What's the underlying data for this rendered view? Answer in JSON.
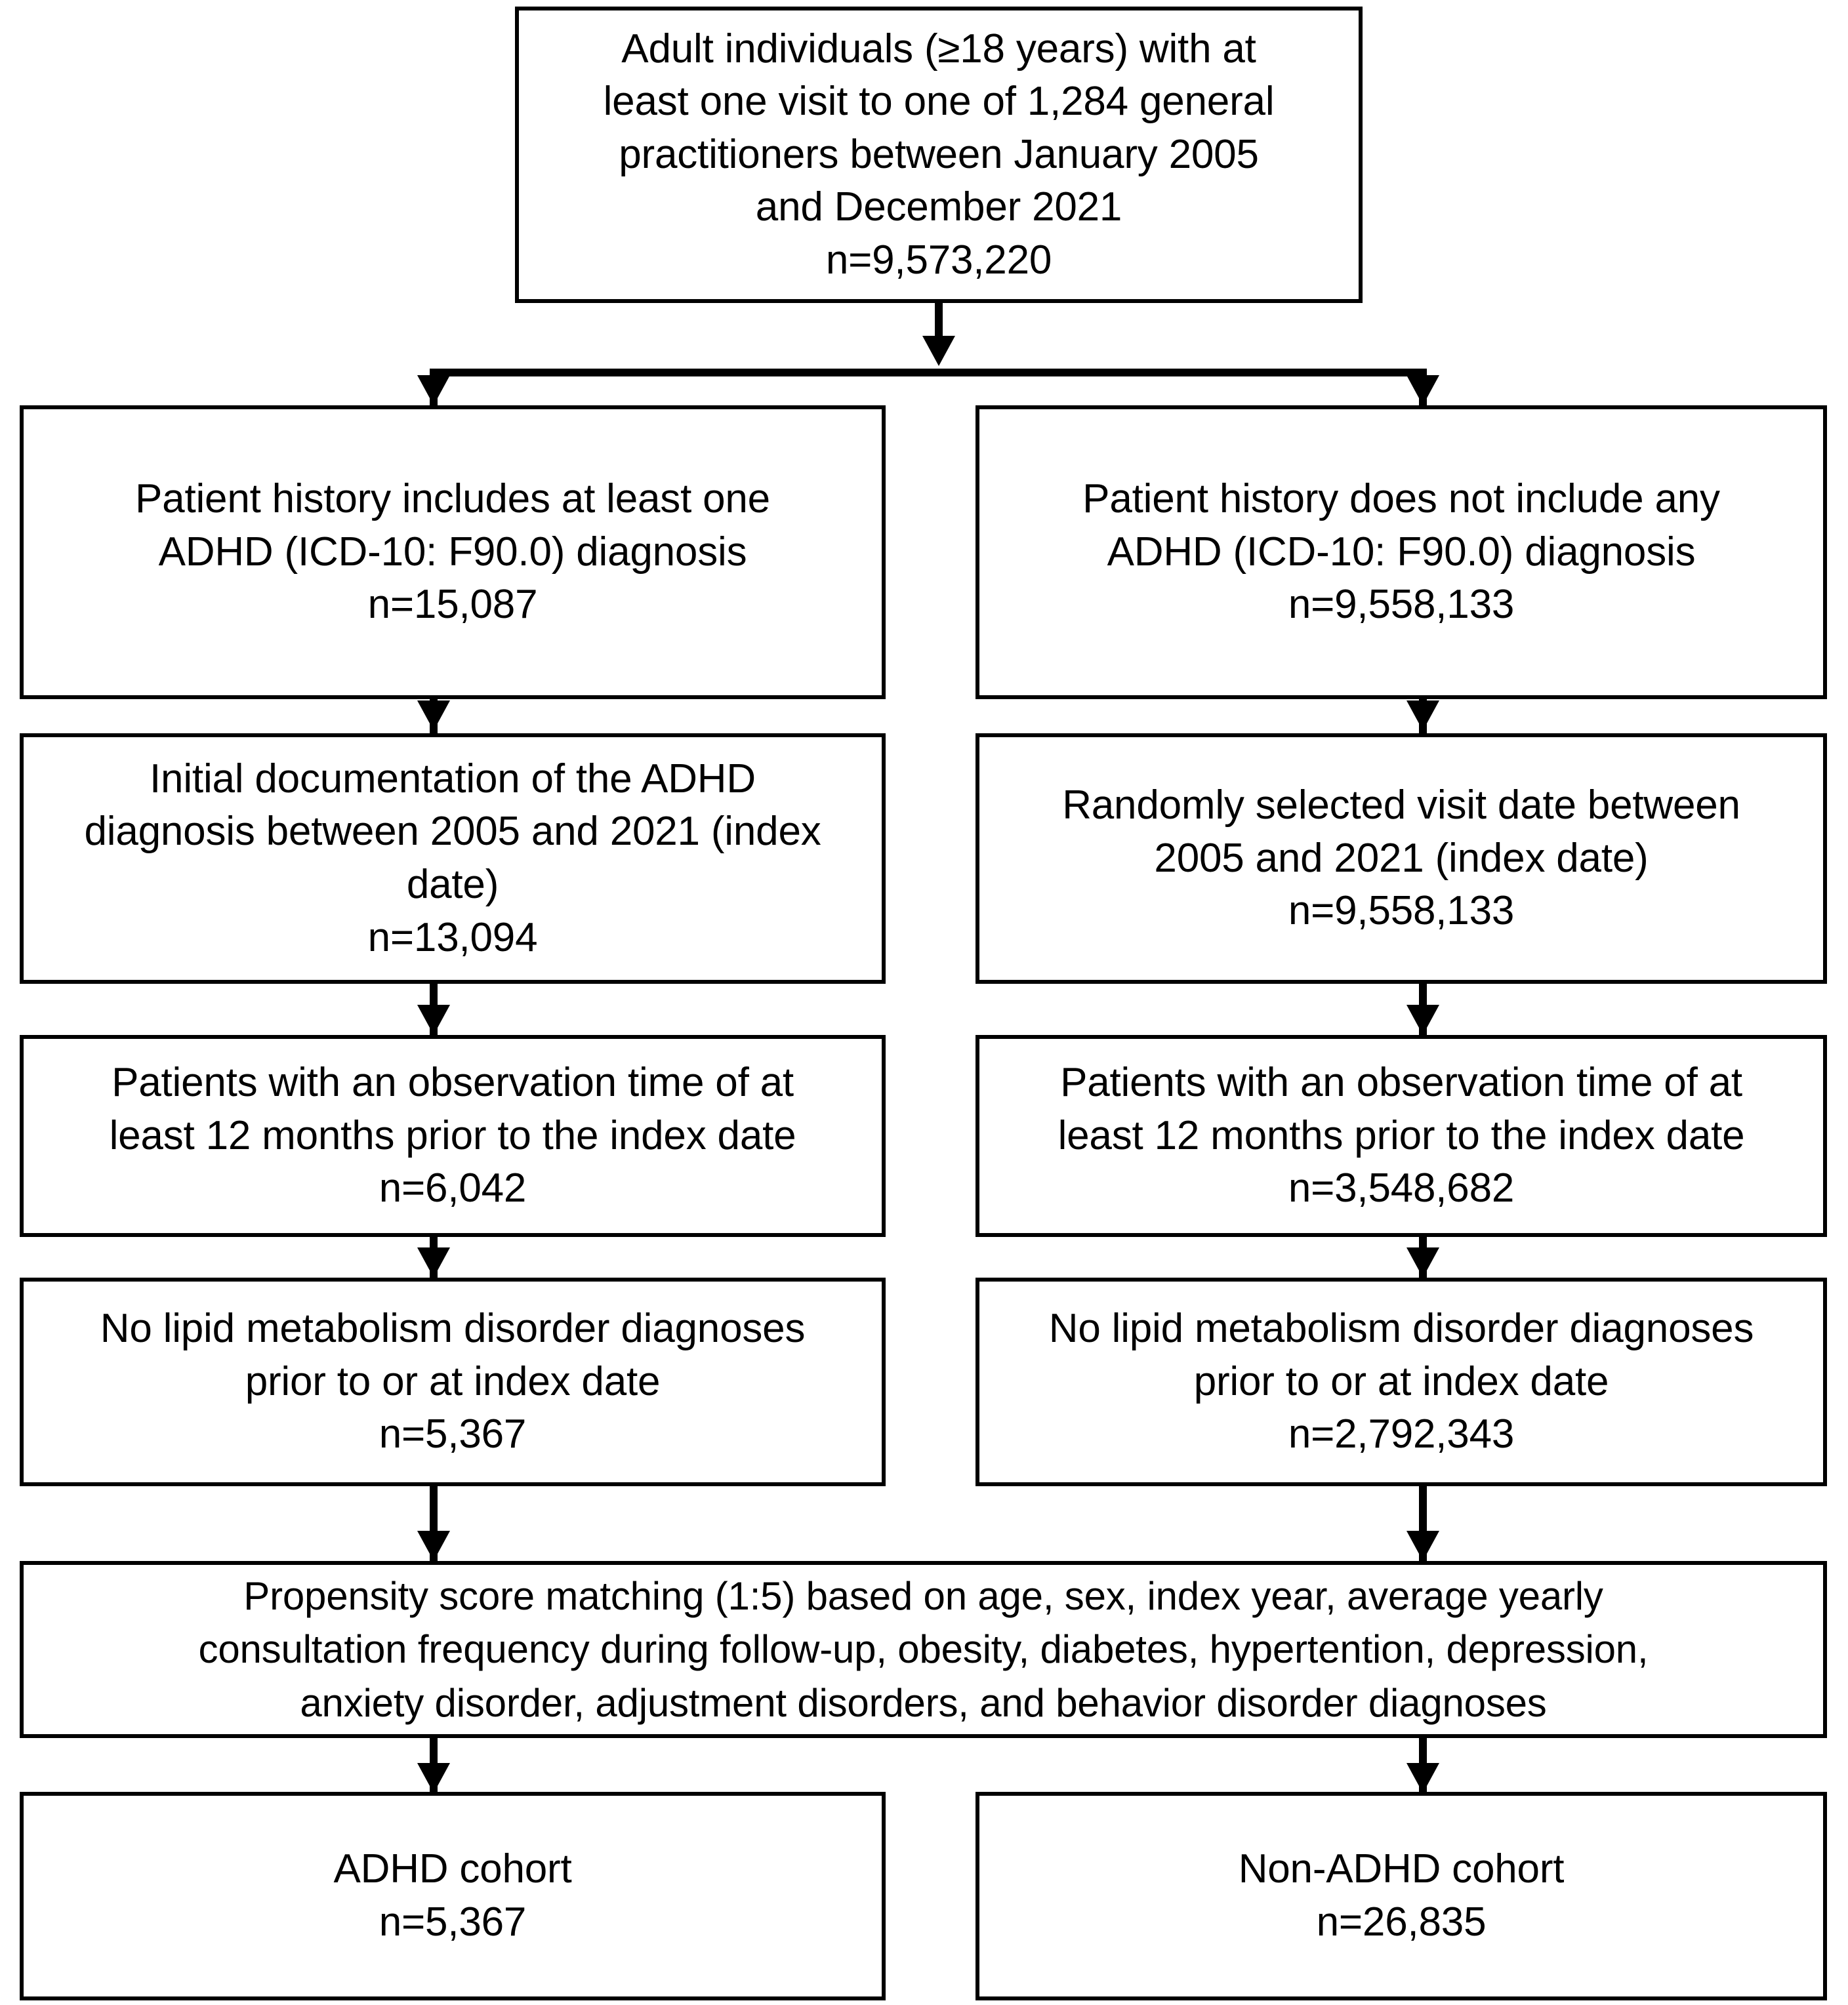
{
  "diagram": {
    "type": "flowchart",
    "title": "Study cohort selection flowchart",
    "orientation": "top-down, two parallel branches",
    "colors": {
      "box_border": "#000000",
      "box_fill": "#ffffff",
      "connector": "#000000",
      "text": "#000000"
    }
  },
  "nodes": {
    "source": {
      "text": "Adult individuals (≥18 years) with at\nleast one visit to one of 1,284 general\npractitioners between January 2005\nand December 2021\nn=9,573,220",
      "n": "9,573,220"
    },
    "left": {
      "step1": {
        "text": "Patient history includes at least one\nADHD (ICD-10: F90.0) diagnosis\nn=15,087",
        "n": "15,087"
      },
      "step2": {
        "text": "Initial documentation of the ADHD\ndiagnosis between 2005 and 2021 (index\ndate)\nn=13,094",
        "n": "13,094"
      },
      "step3": {
        "text": "Patients with an observation time of at\nleast 12 months prior to the index date\nn=6,042",
        "n": "6,042"
      },
      "step4": {
        "text": "No lipid metabolism disorder diagnoses\nprior to or at index date\nn=5,367",
        "n": "5,367"
      },
      "cohort": {
        "text": "ADHD cohort\nn=5,367",
        "label": "ADHD cohort",
        "n": "5,367"
      }
    },
    "right": {
      "step1": {
        "text": "Patient history does not include any\nADHD (ICD-10: F90.0) diagnosis\nn=9,558,133",
        "n": "9,558,133"
      },
      "step2": {
        "text": "Randomly selected visit date between\n2005 and 2021 (index date)\nn=9,558,133",
        "n": "9,558,133"
      },
      "step3": {
        "text": "Patients with an observation time of at\nleast 12 months prior to the index date\nn=3,548,682",
        "n": "3,548,682"
      },
      "step4": {
        "text": "No lipid metabolism disorder diagnoses\nprior to or at index date\nn=2,792,343",
        "n": "2,792,343"
      },
      "cohort": {
        "text": "Non-ADHD cohort\nn=26,835",
        "label": "Non-ADHD cohort",
        "n": "26,835"
      }
    },
    "matching": {
      "text": "Propensity score matching (1:5) based on age, sex, index year, average yearly\nconsultation frequency during follow-up, obesity, diabetes, hypertention, depression,\nanxiety disorder, adjustment disorders, and behavior disorder diagnoses",
      "ratio": "1:5"
    }
  }
}
